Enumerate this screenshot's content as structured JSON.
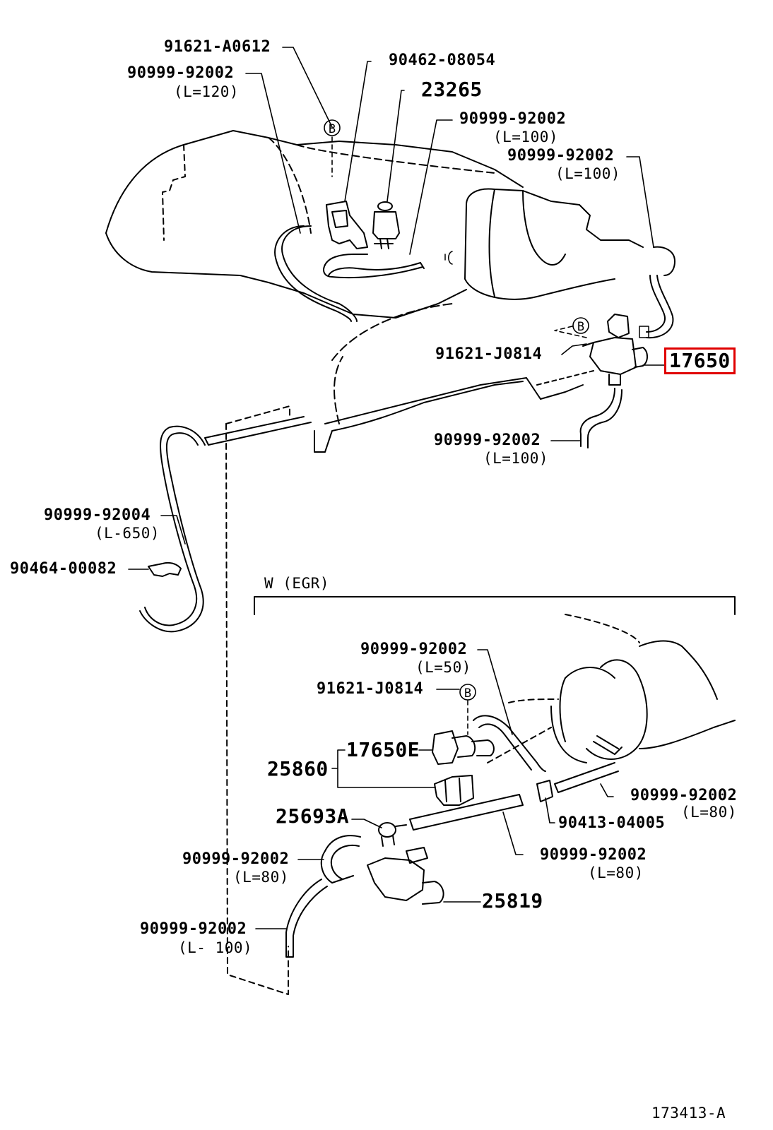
{
  "highlight_color": "#e00000",
  "labels": {
    "p91621_a0612": "91621-A0612",
    "p90462_08054": "90462-08054",
    "p90999_92002_a": "90999-92002",
    "l_120": "(L=120)",
    "p23265": "23265",
    "p90999_92002_b": "90999-92002",
    "l_100_b": "(L=100)",
    "p90999_92002_c": "90999-92002",
    "l_100_c": "(L=100)",
    "p91621_j0814_a": "91621-J0814",
    "p17650": "17650",
    "p90999_92002_d": "90999-92002",
    "l_100_d": "(L=100)",
    "p90999_92004": "90999-92004",
    "l_650": "(L-650)",
    "p90464_00082": "90464-00082",
    "section_title": "W (EGR)",
    "p90999_92002_e": "90999-92002",
    "l_50": "(L=50)",
    "p91621_j0814_b": "91621-J0814",
    "p17650e": "17650E",
    "p25860": "25860",
    "p90999_92002_f": "90999-92002",
    "l_80_f": "(L=80)",
    "p90413_04005": "90413-04005",
    "p25693a": "25693A",
    "p90999_92002_g": "90999-92002",
    "l_80_g": "(L=80)",
    "p90999_92002_h": "90999-92002",
    "l_80_h": "(L=80)",
    "p25819": "25819",
    "p90999_92002_i": "90999-92002",
    "l_100_i": "(L- 100)",
    "figure_id": "173413-A"
  },
  "callout_letter": "B"
}
